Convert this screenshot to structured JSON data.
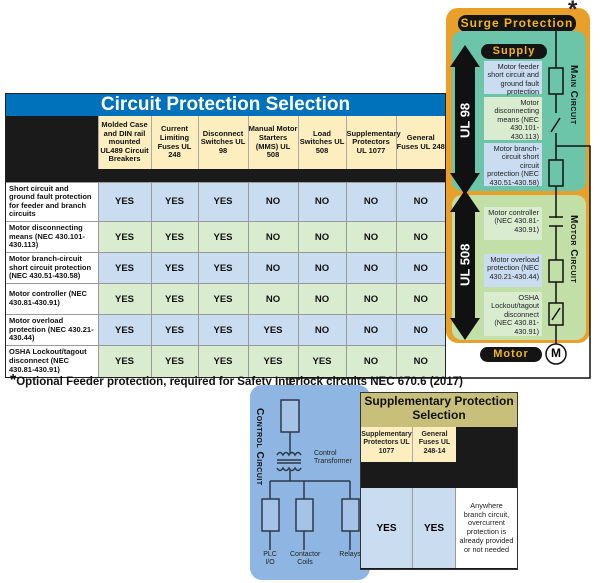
{
  "main_table": {
    "title": "Circuit Protection Selection",
    "columns": [
      "Molded Case and DIN rail mounted UL489 Circuit Breakers",
      "Current Limiting Fuses UL 248",
      "Disconnect Switches UL 98",
      "Manual Motor Starters (MMS) UL 508",
      "Load Switches UL 508",
      "Supplementary Protectors UL 1077",
      "General Fuses UL 248"
    ],
    "rows": [
      {
        "label": "Short circuit and ground fault protection for feeder and branch circuits",
        "values": [
          "YES",
          "YES",
          "YES",
          "NO",
          "NO",
          "NO",
          "NO"
        ]
      },
      {
        "label": "Motor disconnecting means (NEC 430.101-430.113)",
        "values": [
          "YES",
          "YES",
          "YES",
          "NO",
          "NO",
          "NO",
          "NO"
        ]
      },
      {
        "label": "Motor branch-circuit short circuit protection (NEC 430.51-430.58)",
        "values": [
          "YES",
          "YES",
          "YES",
          "NO",
          "NO",
          "NO",
          "NO"
        ]
      },
      {
        "label": "Motor controller (NEC 430.81-430.91)",
        "values": [
          "YES",
          "YES",
          "YES",
          "NO",
          "NO",
          "NO",
          "NO"
        ]
      },
      {
        "label": "Motor overload protection (NEC 430.21-430.44)",
        "values": [
          "YES",
          "YES",
          "YES",
          "YES",
          "NO",
          "NO",
          "NO"
        ]
      },
      {
        "label": "OSHA Lockout/tagout disconnect (NEC 430.81-430.91)",
        "values": [
          "YES",
          "YES",
          "YES",
          "YES",
          "YES",
          "NO",
          "NO"
        ]
      }
    ]
  },
  "footnote": {
    "star": "*",
    "text": "Optional Feeder protection, required for Safety Interlock circuits NEC 670.6 (2017)"
  },
  "diagram": {
    "surge": "Surge Protection",
    "asterisk": "*",
    "supply": "Supply",
    "main_circuit": "Main Circuit",
    "motor_circuit": "Motor Circuit",
    "motor": "Motor",
    "motor_symbol": "M",
    "ul98": "UL 98",
    "ul508": "UL 508",
    "notes": [
      "Motor feeder short circuit and ground fault protection",
      "Motor disconnecting means (NEC 430.101-430.113)",
      "Motor branch-circuit short circuit protection (NEC 430.51-430.58)",
      "Motor controller (NEC 430.81-430.91)",
      "Motor overload protection (NEC 430.21-430.44)",
      "OSHA Lockout/tagout disconnect (NEC 430.81-430.91)"
    ],
    "control_circuit": "Control Circuit",
    "control_transformer": "Control Transformer",
    "loads": [
      "PLC I/O",
      "Contactor Coils",
      "Relays"
    ]
  },
  "supp_table": {
    "title": "Supplementary Protection Selection",
    "columns": [
      "Supplementary Protectors UL 1077",
      "General Fuses UL 248-14"
    ],
    "values": [
      "YES",
      "YES"
    ],
    "note": "Anywhere branch circuit, overcurrent protection is already provided or not needed"
  }
}
